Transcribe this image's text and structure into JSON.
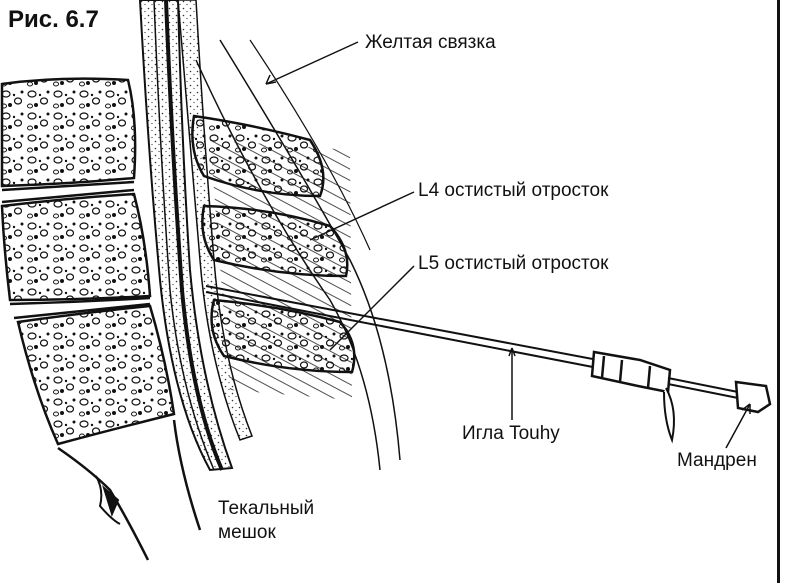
{
  "figure": {
    "title": "Рис. 6.7",
    "labels": {
      "ligamentum_flavum": "Желтая связка",
      "l4_spinous_process": "L4 остистый отросток",
      "l5_spinous_process": "L5 остистый отросток",
      "needle": "Игла Touhy",
      "stylet": "Мандрен",
      "thecal_sac_line1": "Текальный",
      "thecal_sac_line2": "мешок"
    }
  },
  "colors": {
    "ink": "#111111",
    "paper": "#ffffff",
    "stipple": "#333333"
  }
}
